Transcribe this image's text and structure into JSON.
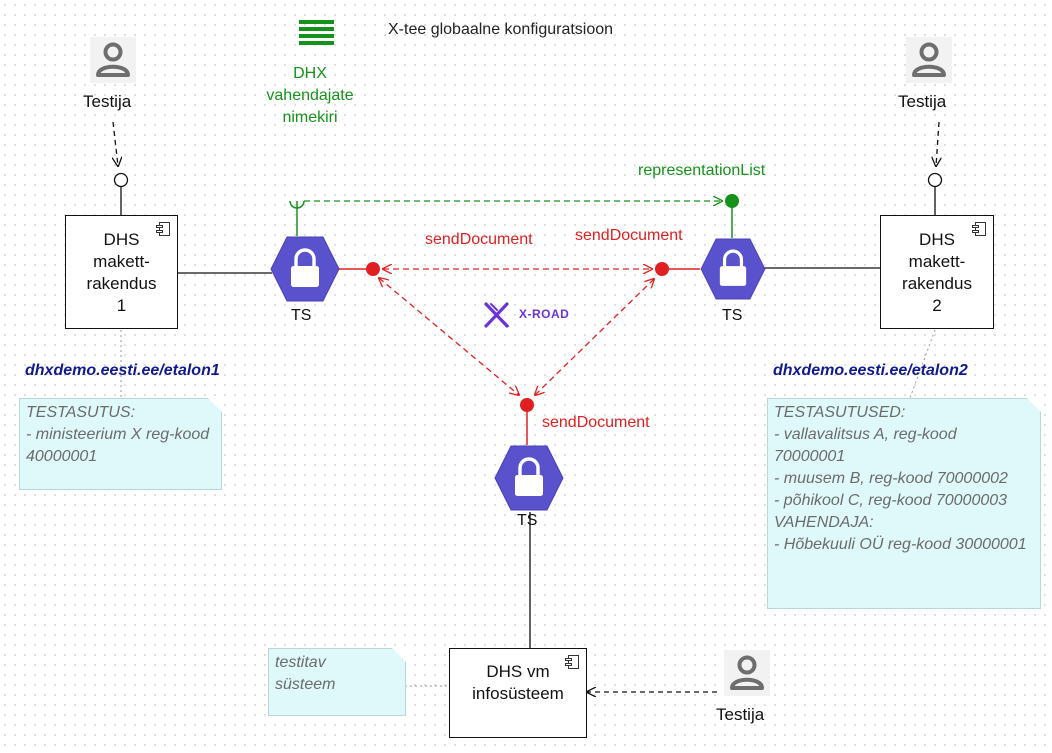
{
  "title": "X-tee globaalne konfiguratsioon",
  "dhx_list": {
    "label": "DHX vahendajate nimekiri",
    "icon": "list-lines-icon",
    "color": "#15921a"
  },
  "actors": [
    {
      "label": "Testija",
      "icon": "person-icon"
    },
    {
      "label": "Testija",
      "icon": "person-icon"
    },
    {
      "label": "Testija",
      "icon": "person-icon"
    }
  ],
  "components": [
    {
      "label": "DHS makett-rakendus 1",
      "lines": [
        "DHS",
        "makett-",
        "rakendus",
        "1"
      ]
    },
    {
      "label": "DHS makett-rakendus 2",
      "lines": [
        "DHS",
        "makett-",
        "rakendus",
        "2"
      ]
    },
    {
      "label": "DHS vm infosüsteem",
      "lines": [
        "DHS vm",
        "infosüsteem"
      ]
    }
  ],
  "security_servers": [
    {
      "label": "TS",
      "icon": "lock-hexagon-icon"
    },
    {
      "label": "TS",
      "icon": "lock-hexagon-icon"
    },
    {
      "label": "TS",
      "icon": "lock-hexagon-icon"
    }
  ],
  "interfaces": {
    "send_left": "sendDocument",
    "send_right": "sendDocument",
    "send_bottom": "sendDocument",
    "representation_list": "representationList"
  },
  "urls": {
    "etalon1": "dhxdemo.eesti.ee/etalon1",
    "etalon2": "dhxdemo.eesti.ee/etalon2"
  },
  "notes": {
    "left": [
      "TESTASUTUS:",
      "- ministeerium X reg-kood",
      "40000001"
    ],
    "right": [
      "TESTASUTUSED:",
      "- vallavalitsus A, reg-kood",
      "70000001",
      "- muusem B, reg-kood 70000002",
      "- põhikool C, reg-kood 70000003",
      "VAHENDAJA:",
      "- Hõbekuuli OÜ reg-kood 30000001"
    ],
    "bottom": [
      "testitav",
      "süsteem"
    ]
  },
  "logo": {
    "text": "X-ROAD",
    "icon": "xroad-logo-icon"
  },
  "colors": {
    "hexagon": "#5a51cc",
    "send": "#e02020",
    "list": "#15921a",
    "note_bg": "#dff9fb"
  }
}
